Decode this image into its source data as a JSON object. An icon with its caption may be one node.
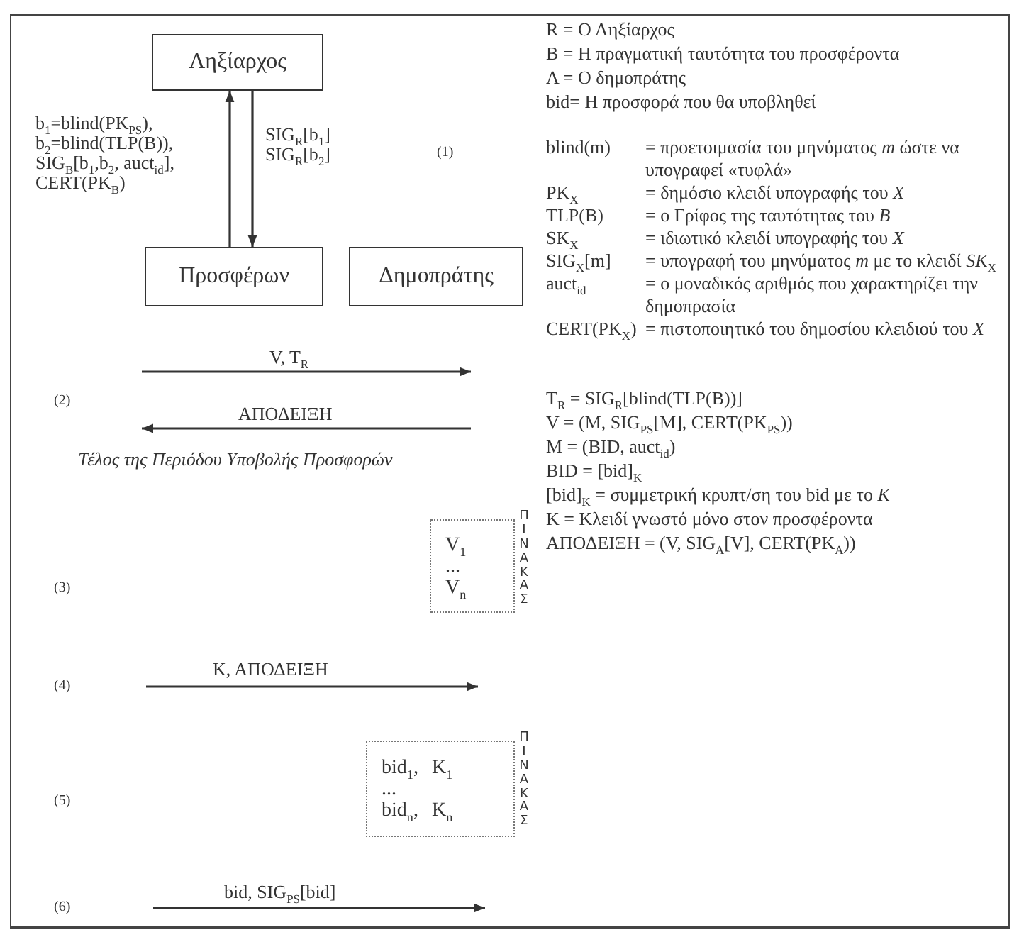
{
  "diagram": {
    "nodes": [
      {
        "text": [
          "Ληξίαρχος"
        ]
      },
      {
        "text": [
          "Προσφέρων"
        ]
      },
      {
        "text": [
          "Δημοπράτης"
        ]
      },
      {
        "text": [
          "V$_{1}$",
          "...",
          "V$_{n}$"
        ],
        "beside": [
          "ΠΙΝΑΚΑΣ"
        ]
      },
      {
        "text": [
          "bid$_{1}$, K$_{1}$",
          "...",
          "bid$_{n}$, K$_{n}$"
        ],
        "beside": [
          "ΠΙΝΑΚΑΣ"
        ]
      }
    ],
    "edges": [
      {
        "from": 1,
        "to": 0,
        "arrow": "to",
        "label": "b$_{1}$=blind(PK$_{PS}$), b$_{2}$=blind(TLP(B)), SIG$_{B}$[b$_{1}$,b$_{2}$, auct$_{id}$], CERT(PK$_{B}$)"
      },
      {
        "from": 0,
        "to": 1,
        "arrow": "to",
        "label": "SIG$_{R}$[b$_{1}$] SIG$_{R}$[b$_{2}$]"
      }
    ],
    "labels": [
      "R = Ο Ληξίαρχος",
      "B = Η πραγματική ταυτότητα του προσφέροντα",
      "A = Ο δημοπράτης",
      "bid= Η προσφορά που θα υποβληθεί",
      "blind(m)",
      "= προετοιμασία του μηνύματος *m* ώστε να υπογραφεί «τυφλά»",
      "PK$_{X}$",
      "= δημόσιο κλειδί υπογραφής του *X*",
      "TLP(B)",
      "= ο Γρίφος της ταυτότητας του *B*",
      "SK$_{X}$",
      "= ιδιωτικό κλειδί υπογραφής του *X*",
      "SIG$_{X}$[m]",
      "= υπογραφή του μηνύματος *m* με το κλειδί *SK*$_{X}$",
      "auct$_{id}$",
      "= ο μοναδικός αριθμός που χαρακτηρίζει την δημοπρασία",
      "CERT(PK$_{X}$)",
      "= πιστοποιητικό του δημοσίου κλειδιού του *X*",
      "(1)",
      "(2)",
      "Τέλος της Περιόδου Υποβολής Προσφορών",
      "T$_{R}$ = SIG$_{R}$[blind(TLP(B))]",
      "V = (M, SIG$_{PS}$[M], CERT(PK$_{PS}$))",
      "M = (BID, auct$_{id}$)",
      "BID = [bid]$_{K}$",
      "[bid]$_{K}$ = συμμετρική κρυπτ/ση του bid με το *K*",
      "K = Κλειδί γνωστό μόνο στον προσφέροντα",
      "ΑΠΟΔΕΙΞΗ = (V, SIG$_{A}$[V], CERT(PK$_{A}$))",
      "(3)",
      "(4)",
      "(5)",
      "(6)",
      "V, T$_{R}$",
      "ΑΠΟΔΕΙΞΗ",
      "Κ, ΑΠΟΔΕΙΞΗ",
      "bid, SIG$_{PS}$[bid]"
    ]
  }
}
